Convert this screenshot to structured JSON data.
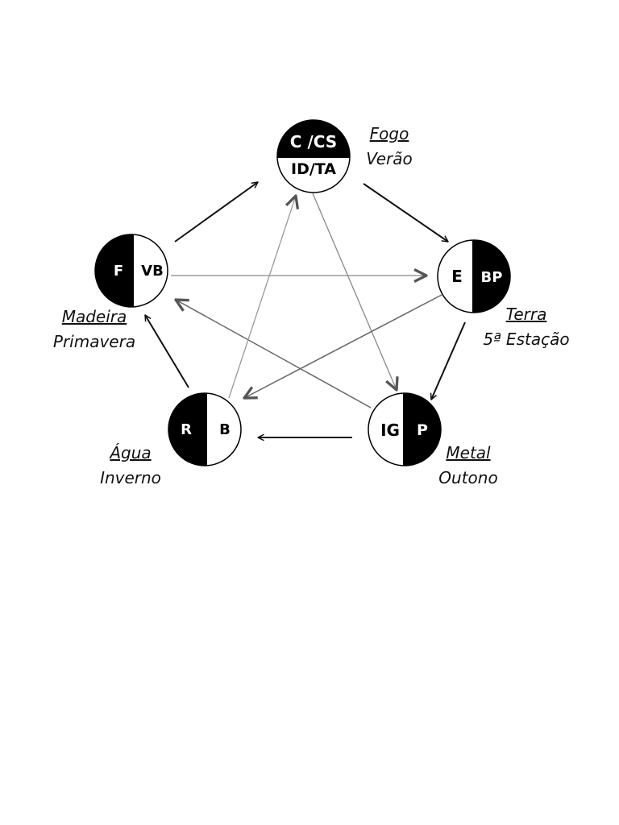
{
  "colors": {
    "ink": "#000000",
    "cycle_arrow": "#111111",
    "control_arrow": "#555555",
    "white": "#ffffff"
  },
  "nodes": {
    "fogo": {
      "top": "C /CS",
      "bottom": "ID/TA",
      "element": "Fogo",
      "season": "Verão"
    },
    "terra": {
      "left": "E",
      "right": "BP",
      "element": "Terra",
      "season": "5ª Estação"
    },
    "metal": {
      "left": "IG",
      "right": "P",
      "element": "Metal",
      "season": "Outono"
    },
    "agua": {
      "left": "R",
      "right": "B",
      "element": "Água",
      "season": "Inverno"
    },
    "madeira": {
      "left": "F",
      "right": "VB",
      "element": "Madeira",
      "season": "Primavera"
    }
  }
}
